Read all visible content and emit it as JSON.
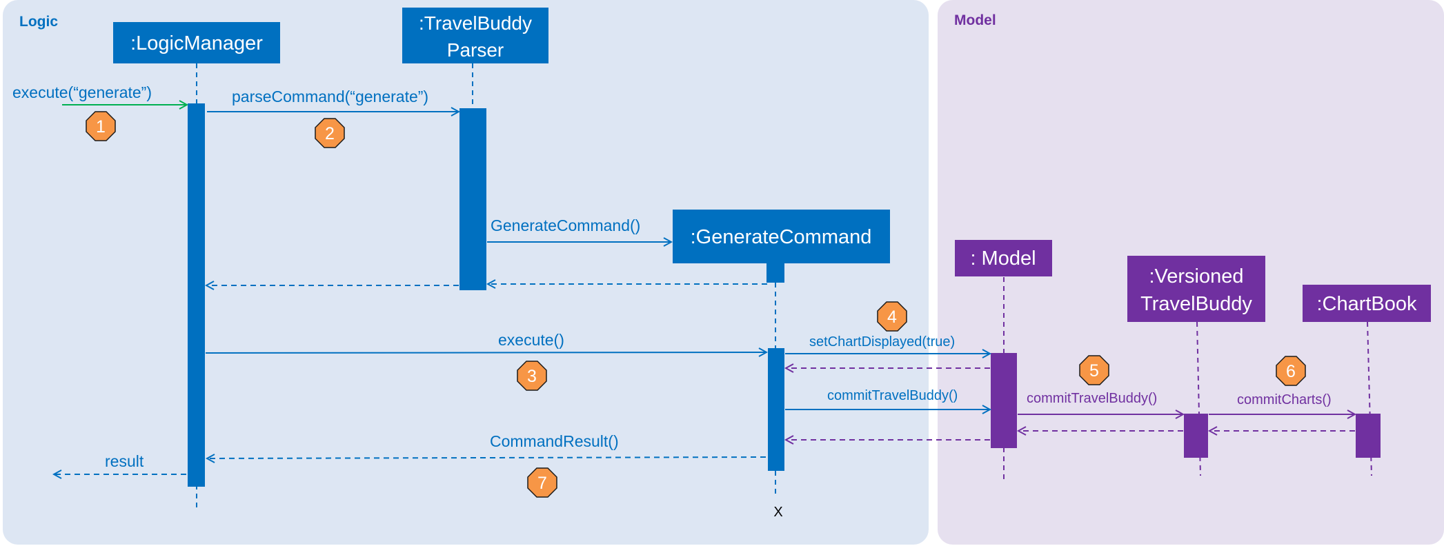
{
  "colors": {
    "logic_panel": "#dde6f3",
    "model_panel": "#e6e0ef",
    "logic_blue": "#0070c0",
    "model_purple": "#7030a0",
    "step_orange": "#f79646",
    "input_arrow_green": "#00b050"
  },
  "panels": {
    "logic": {
      "title": "Logic"
    },
    "model": {
      "title": "Model"
    }
  },
  "participants": {
    "logic_manager": ":LogicManager",
    "parser_line1": ":TravelBuddy",
    "parser_line2": "Parser",
    "generate_command": ":GenerateCommand",
    "model": ": Model",
    "versioned_line1": ":Versioned",
    "versioned_line2": "TravelBuddy",
    "chartbook": ":ChartBook"
  },
  "messages": {
    "execute_generate": "execute(“generate”)",
    "parse_command": "parseCommand(“generate”)",
    "generate_command_ctor": "GenerateCommand()",
    "execute": "execute()",
    "set_chart_displayed": "setChartDisplayed(true)",
    "commit_travel_buddy_1": "commitTravelBuddy()",
    "commit_travel_buddy_2": "commitTravelBuddy()",
    "commit_charts": "commitCharts()",
    "command_result": "CommandResult()",
    "result": "result",
    "destroy_mark": "X"
  },
  "steps": [
    "1",
    "2",
    "3",
    "4",
    "5",
    "6",
    "7"
  ]
}
